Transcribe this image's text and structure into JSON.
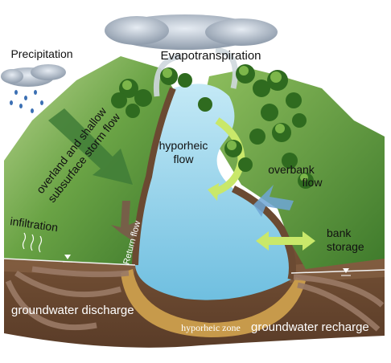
{
  "labels": {
    "precipitation": "Precipitation",
    "evapotranspiration": "Evapotranspiration",
    "storm_flow_line1": "overland and shallow",
    "storm_flow_line2": "subsurface storm flow",
    "hyporheic_flow_line1": "hyporheic",
    "hyporheic_flow_line2": "flow",
    "overbank_flow_line1": "overbank",
    "overbank_flow_line2": "flow",
    "infiltration": "infiltration",
    "return_flow": "Return flow",
    "bank_storage_line1": "bank",
    "bank_storage_line2": "storage",
    "groundwater_discharge": "groundwater discharge",
    "hyporheic_zone": "hyporheic zone",
    "groundwater_recharge": "groundwater recharge"
  },
  "colors": {
    "sky": "#ffffff",
    "hill_green": "#5e9a3e",
    "hill_light": "#a6c97a",
    "water": "#9fd4e8",
    "water_deep": "#5bb2d6",
    "soil": "#6b4a32",
    "soil_dark": "#4a3122",
    "hyporheic": "#c79a4b",
    "arrow_green": "#c9e86a",
    "arrow_brown": "#9a7a66",
    "cloud": "#a9b4c2",
    "rain": "#3b6fb3"
  }
}
